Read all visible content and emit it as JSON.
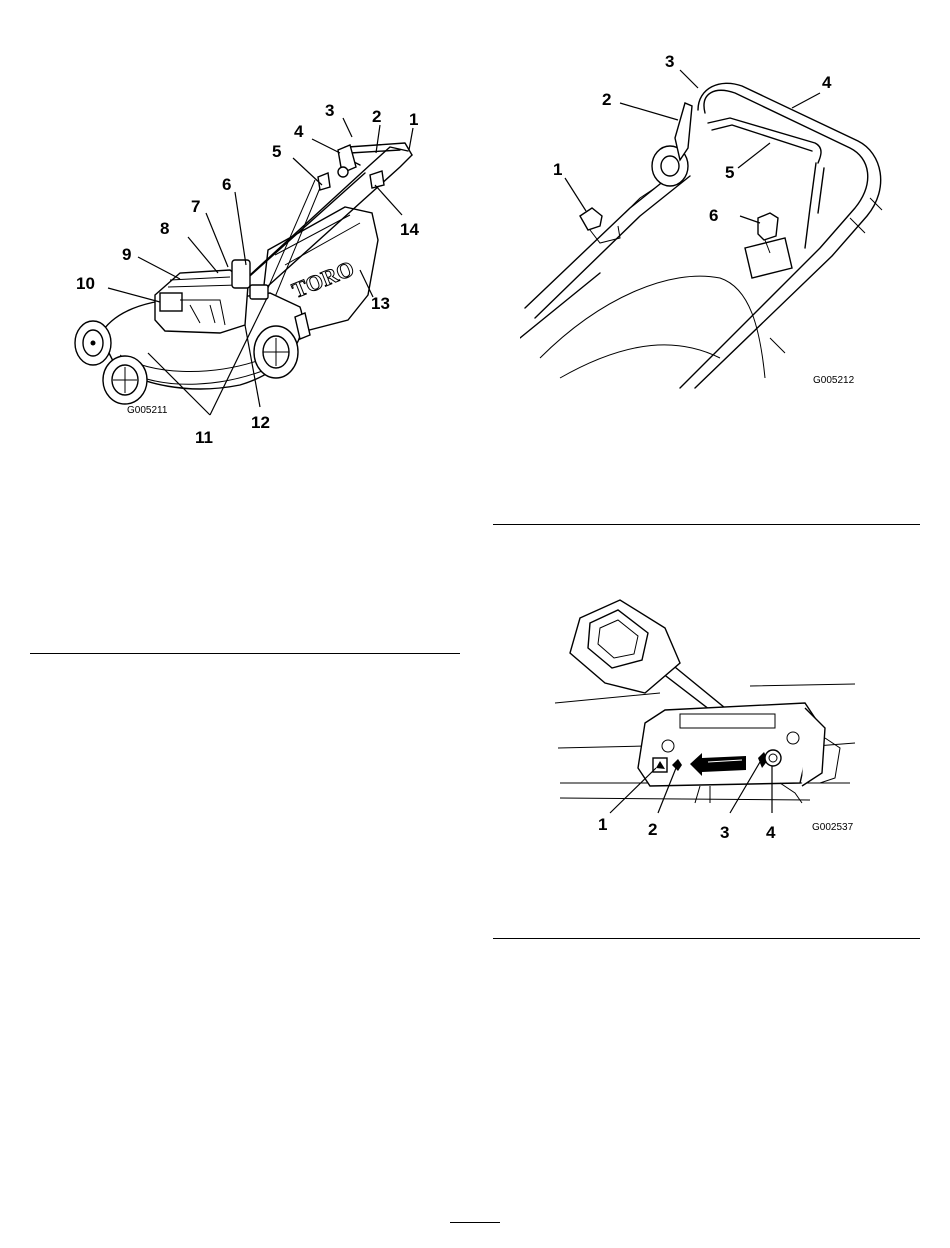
{
  "figure_mower": {
    "code": "G005211",
    "callouts": [
      "1",
      "2",
      "3",
      "4",
      "5",
      "6",
      "7",
      "8",
      "9",
      "10",
      "11",
      "12",
      "13",
      "14"
    ],
    "brand_decal": "TORO"
  },
  "figure_handle": {
    "code": "G005212",
    "callouts": [
      "1",
      "2",
      "3",
      "4",
      "5",
      "6"
    ]
  },
  "figure_shift": {
    "code": "G002537",
    "callouts": [
      "1",
      "2",
      "3",
      "4"
    ]
  },
  "icons": [
    "tortoise-icon",
    "hare-icon",
    "speed-range-arrow-icon"
  ]
}
